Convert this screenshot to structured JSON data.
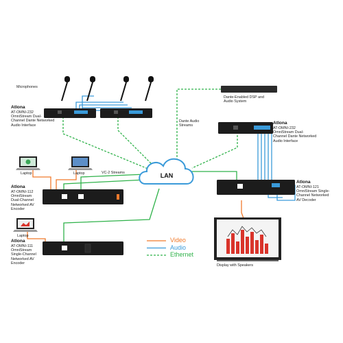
{
  "center": {
    "label": "LAN"
  },
  "legend": {
    "video": "Video",
    "audio": "Audio",
    "ethernet": "Ethernet"
  },
  "colors": {
    "video": "#f07a2c",
    "audio": "#3a9ad9",
    "ethernet": "#2fb24a",
    "device": "#1c1c1c",
    "cloud_stroke": "#3a9ad9"
  },
  "labels": {
    "microphones": "Microphones",
    "dante_dsp": "Dante-Enabled DSP and Audio System",
    "dante_streams": "Dante Audio Streams",
    "vc2_streams": "VC-2 Streams",
    "laptop1": "Laptop",
    "laptop2": "Laptop",
    "laptop3": "Laptop",
    "display": "Display with Speakers"
  },
  "devices": {
    "omni232_left": {
      "brand": "Atlona",
      "line1": "AT-OMNI-232",
      "line2": "OmniStream Dual-",
      "line3": "Channel Dante Networked",
      "line4": "Audio Interface"
    },
    "omni232_right": {
      "brand": "Atlona",
      "line1": "AT-OMNI-232",
      "line2": "OmniStream Dual-",
      "line3": "Channel Dante Networked",
      "line4": "Audio Interface"
    },
    "omni112": {
      "brand": "Atlona",
      "line1": "AT-OMNI-112",
      "line2": "OmniStream",
      "line3": "Dual-Channel",
      "line4": "Networked AV Encoder"
    },
    "omni111": {
      "brand": "Atlona",
      "line1": "AT-OMNI-111",
      "line2": "OmniStream",
      "line3": "Single-Channel",
      "line4": "Networked AV Encoder"
    },
    "omni121": {
      "brand": "Atlona",
      "line1": "AT-OMNI-121",
      "line2": "OmniStream Single-",
      "line3": "Channel Networked",
      "line4": "AV Decoder"
    }
  },
  "icons": [
    "microphone-icon",
    "laptop-icon",
    "display-icon",
    "cloud-icon"
  ]
}
